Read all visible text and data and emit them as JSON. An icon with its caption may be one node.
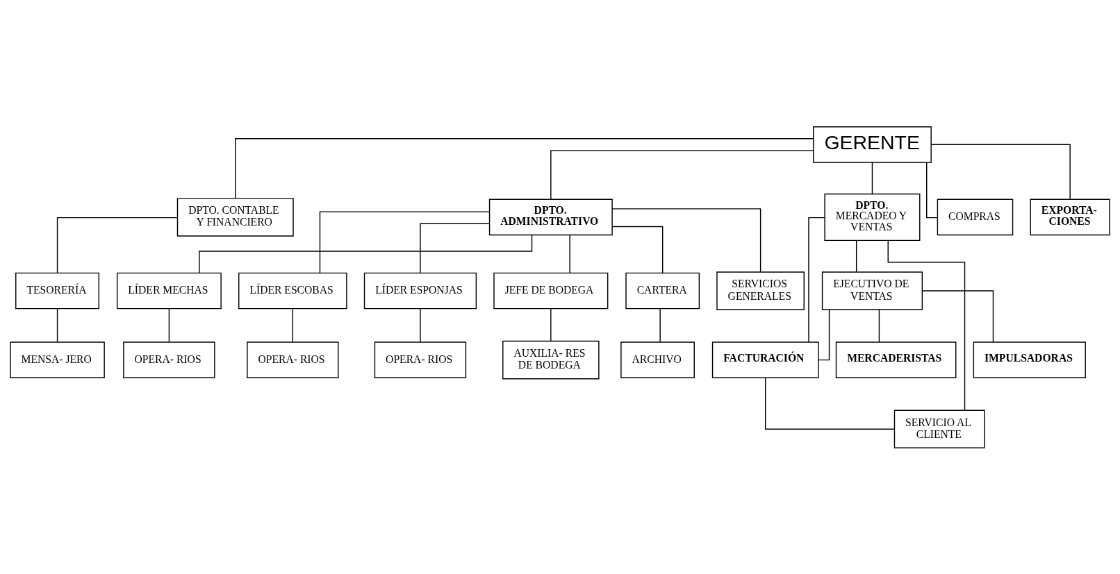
{
  "diagram": {
    "nodes": [
      {
        "text": [
          "GERENTE"
        ]
      },
      {
        "text": [
          "DPTO. CONTABLE Y FINANCIERO"
        ]
      },
      {
        "text": [
          "DPTO. ADMINISTRATIVO"
        ]
      },
      {
        "text": [
          "**DPTO.** MERCADEO Y VENTAS"
        ]
      },
      {
        "text": [
          "EJECUTIVO DE VENTAS"
        ]
      },
      {
        "text": [
          "COMPRAS"
        ]
      },
      {
        "text": [
          "EXPORTA- CIONES"
        ]
      },
      {
        "text": [
          "CARTERA"
        ]
      },
      {
        "text": [
          "TESORERÍA"
        ]
      },
      {
        "text": [
          "FACTURACIÓN"
        ]
      },
      {
        "text": [
          "SERVICIO AL CLIENTE"
        ]
      },
      {
        "text": [
          "LÍDER MECHAS"
        ]
      },
      {
        "text": [
          "LÍDER ESCOBAS"
        ]
      },
      {
        "text": [
          "LÍDER ESPONJAS"
        ]
      },
      {
        "text": [
          "JEFE DE BODEGA"
        ]
      },
      {
        "text": [
          "MERCADERISTAS"
        ]
      },
      {
        "text": [
          "IMPULSADORAS"
        ]
      },
      {
        "text": [
          "MENSA- JERO"
        ]
      },
      {
        "text": [
          "OPERA- RIOS"
        ]
      },
      {
        "text": [
          "OPERA- RIOS"
        ]
      },
      {
        "text": [
          "OPERA- RIOS"
        ]
      },
      {
        "text": [
          "AUXILIA- RES DE BODEGA"
        ]
      },
      {
        "text": [
          "ARCHIVO"
        ]
      },
      {
        "text": [
          "SERVICIOS GENERALES"
        ]
      }
    ],
    "edges": [
      {
        "from": 0,
        "to": 1,
        "arrow": "none"
      },
      {
        "from": 0,
        "to": 2,
        "arrow": "none"
      },
      {
        "from": 0,
        "to": 3,
        "arrow": "none"
      },
      {
        "from": 0,
        "to": 5,
        "arrow": "none"
      },
      {
        "from": 0,
        "to": 6,
        "arrow": "none"
      },
      {
        "from": 1,
        "to": 8,
        "arrow": "none"
      },
      {
        "from": 8,
        "to": 17,
        "arrow": "none"
      },
      {
        "from": 2,
        "to": 11,
        "arrow": "none"
      },
      {
        "from": 2,
        "to": 12,
        "arrow": "none"
      },
      {
        "from": 2,
        "to": 13,
        "arrow": "none"
      },
      {
        "from": 2,
        "to": 14,
        "arrow": "none"
      },
      {
        "from": 2,
        "to": 7,
        "arrow": "none"
      },
      {
        "from": 2,
        "to": 23,
        "arrow": "none"
      },
      {
        "from": 11,
        "to": 18,
        "arrow": "none"
      },
      {
        "from": 12,
        "to": 19,
        "arrow": "none"
      },
      {
        "from": 13,
        "to": 20,
        "arrow": "none"
      },
      {
        "from": 14,
        "to": 21,
        "arrow": "none"
      },
      {
        "from": 7,
        "to": 22,
        "arrow": "none"
      },
      {
        "from": 3,
        "to": 4,
        "arrow": "none"
      },
      {
        "from": 3,
        "to": 9,
        "arrow": "none"
      },
      {
        "from": 3,
        "to": 10,
        "arrow": "none"
      },
      {
        "from": 4,
        "to": 9,
        "arrow": "none"
      },
      {
        "from": 9,
        "to": 10,
        "arrow": "none"
      },
      {
        "from": 4,
        "to": 15,
        "arrow": "none"
      },
      {
        "from": 4,
        "to": 16,
        "arrow": "none"
      }
    ]
  }
}
